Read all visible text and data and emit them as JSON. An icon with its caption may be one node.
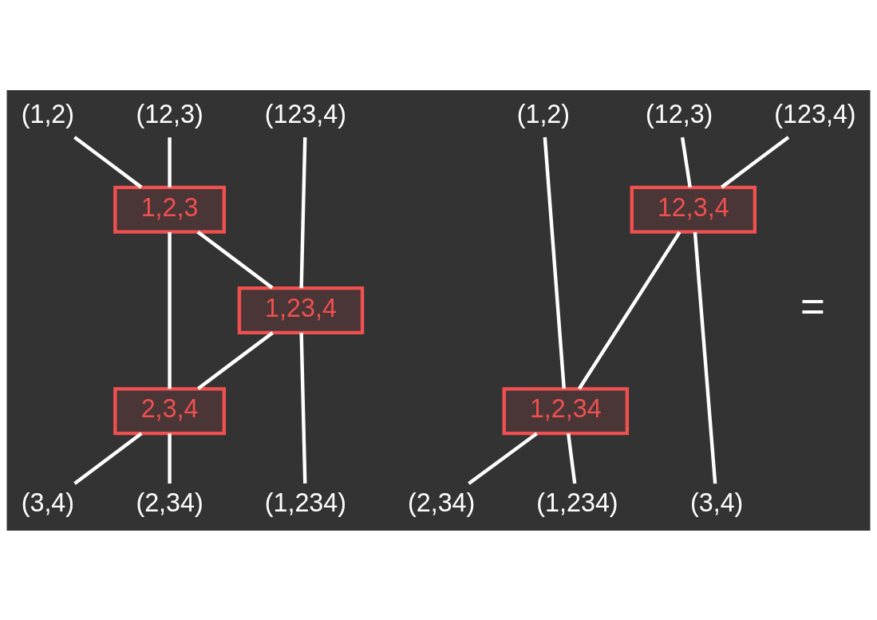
{
  "diagram": {
    "nodes": [
      {
        "text": [
          "(1,2)"
        ]
      },
      {
        "text": [
          "(12,3)"
        ]
      },
      {
        "text": [
          "(123,4)"
        ]
      },
      {
        "text": [
          "(1,2)"
        ]
      },
      {
        "text": [
          "(12,3)"
        ]
      },
      {
        "text": [
          "(123,4)"
        ]
      },
      {
        "text": [
          "1,2,3"
        ]
      },
      {
        "text": [
          "1,23,4"
        ]
      },
      {
        "text": [
          "2,3,4"
        ]
      },
      {
        "text": [
          "12,3,4"
        ]
      },
      {
        "text": [
          "1,2,34"
        ]
      },
      {
        "text": [
          "(3,4)"
        ]
      },
      {
        "text": [
          "(2,34)"
        ]
      },
      {
        "text": [
          "(1,234)"
        ]
      },
      {
        "text": [
          "(3,4)"
        ]
      },
      {
        "text": [
          "(2,34)"
        ]
      },
      {
        "text": [
          "(1,234)"
        ]
      }
    ],
    "edges": [
      {
        "from": 0,
        "to": 6,
        "arrow": "none"
      },
      {
        "from": 1,
        "to": 6,
        "arrow": "none"
      },
      {
        "from": 6,
        "to": 8,
        "arrow": "none"
      },
      {
        "from": 6,
        "to": 7,
        "arrow": "none"
      },
      {
        "from": 2,
        "to": 7,
        "arrow": "none"
      },
      {
        "from": 7,
        "to": 8,
        "arrow": "none"
      },
      {
        "from": 7,
        "to": 13,
        "arrow": "none"
      },
      {
        "from": 8,
        "to": 11,
        "arrow": "none"
      },
      {
        "from": 8,
        "to": 12,
        "arrow": "none"
      },
      {
        "from": 3,
        "to": 10,
        "arrow": "none"
      },
      {
        "from": 4,
        "to": 9,
        "arrow": "none"
      },
      {
        "from": 5,
        "to": 9,
        "arrow": "none"
      },
      {
        "from": 9,
        "to": 14,
        "arrow": "none"
      },
      {
        "from": 9,
        "to": 10,
        "arrow": "none"
      },
      {
        "from": 10,
        "to": 15,
        "arrow": "none"
      },
      {
        "from": 10,
        "to": 16,
        "arrow": "none"
      }
    ],
    "labels": [
      "="
    ]
  }
}
